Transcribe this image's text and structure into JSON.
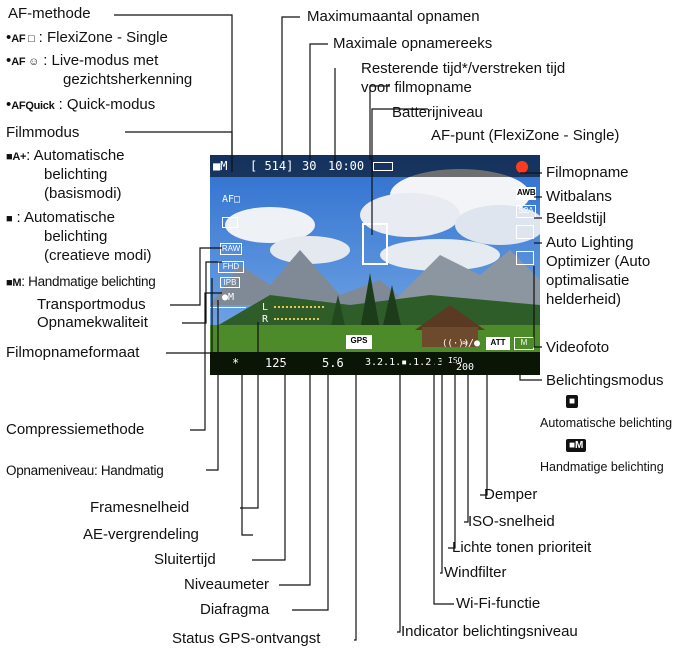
{
  "top_labels": {
    "af_methode": "AF-methode",
    "max_opnamen": "Maximumaantal opnamen",
    "max_reeks": "Maximale opnamereeks",
    "resterende_1": "Resterende tijd*/verstreken tijd",
    "resterende_2": "voor filmopname",
    "batterij": "Batterijniveau",
    "af_punt": "AF-punt (FlexiZone - Single)"
  },
  "left_labels": {
    "af_single_icon": "AF □",
    "af_single": ": FlexiZone - Single",
    "af_face_icon": "AF ☺",
    "af_face_1": ": Live-modus met",
    "af_face_2": "gezichtsherkenning",
    "af_quick_icon": "AFQuick",
    "af_quick": ": Quick-modus",
    "filmmodus": "Filmmodus",
    "auto_basis_icon": "■A+",
    "auto_basis_1": ": Automatische",
    "auto_basis_2": "belichting",
    "auto_basis_3": "(basismodi)",
    "auto_creatief_icon": "■",
    "auto_creatief_1": ": Automatische",
    "auto_creatief_2": "belichting",
    "auto_creatief_3": "(creatieve modi)",
    "handmatig_icon": "■M",
    "handmatig": ": Handmatige belichting",
    "transport": "Transportmodus",
    "opnamekwaliteit": "Opnamekwaliteit",
    "filmopnameformaat": "Filmopnameformaat",
    "compressie": "Compressiemethode",
    "opnameniveau": "Opnameniveau: Handmatig",
    "framesnelheid": "Framesnelheid",
    "ae_vergrendeling": "AE-vergrendeling",
    "sluitertijd": "Sluitertijd",
    "niveaumeter": "Niveaumeter",
    "diafragma": "Diafragma",
    "gps": "Status GPS-ontvangst"
  },
  "right_labels": {
    "filmopname": "Filmopname",
    "witbalans": "Witbalans",
    "beeldstijl": "Beeldstijl",
    "alo_1": "Auto Lighting",
    "alo_2": "Optimizer (Auto",
    "alo_3": "optimalisatie",
    "alo_4": "helderheid)",
    "videofoto": "Videofoto",
    "belichtingsmodus": "Belichtingsmodus",
    "auto_bel": "Automatische belichting",
    "hand_bel": "Handmatige belichting",
    "demper": "Demper",
    "iso": "ISO-snelheid",
    "lichte_tonen": "Lichte tonen prioriteit",
    "windfilter": "Windfilter",
    "wifi": "Wi-Fi-functie",
    "indicator": "Indicator belichtingsniveau"
  },
  "screen": {
    "film_mode_icon": "■M",
    "shots": "[ 514]",
    "burst": "30",
    "time": "10:00",
    "af_icon": "AF□",
    "wb": "AWB",
    "style": "S2A",
    "shutter": "125",
    "aperture": "5.6",
    "exposure_scale": "3.2.1.▪.1.2.3",
    "iso_label": "ISO",
    "iso_value": "200",
    "gps": "GPS",
    "att": "ATT",
    "level_L": "L",
    "level_R": "R",
    "ae_lock": "*"
  },
  "colors": {
    "record_dot": "#ff3b1f",
    "sky": "#3a7fd8",
    "grass": "#4c8a2a"
  }
}
